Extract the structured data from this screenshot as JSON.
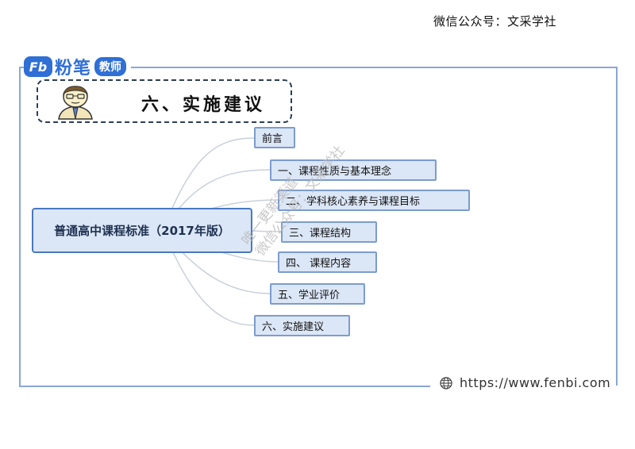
{
  "header": {
    "wechat_label": "微信公众号：文采学社"
  },
  "logo": {
    "mark": "Fb",
    "name": "粉笔",
    "badge": "教师"
  },
  "section": {
    "title": "六、实施建议"
  },
  "mindmap": {
    "central": "普通高中课程标准（2017年版）",
    "branches": [
      "前言",
      "一、课程性质与基本理念",
      "二、学科核心素养与课程目标",
      "三、课程结构",
      "四、 课程内容",
      "五、学业评价",
      "六、实施建议"
    ]
  },
  "watermark": {
    "line1": "唯一更新渠道",
    "line2": "微信公众号：文采学社"
  },
  "footer": {
    "url": "https://www.fenbi.com"
  }
}
